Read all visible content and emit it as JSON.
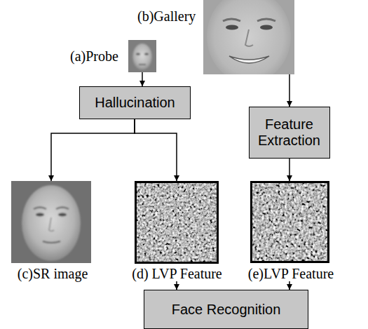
{
  "diagram": {
    "nodes": [
      {
        "text": [
          "(a)Probe"
        ]
      },
      {
        "text": [
          "(b)Gallery"
        ]
      },
      {
        "text": [
          "Hallucination"
        ]
      },
      {
        "text": [
          "Feature Extraction"
        ]
      },
      {
        "text": [
          "(c)SR image"
        ]
      },
      {
        "text": [
          "(d) LVP Feature"
        ]
      },
      {
        "text": [
          "(e)LVP Feature"
        ]
      },
      {
        "text": [
          "Face Recognition"
        ]
      }
    ],
    "edges": [
      {
        "from": 0,
        "to": 2,
        "arrow": "to"
      },
      {
        "from": 1,
        "to": 3,
        "arrow": "to"
      },
      {
        "from": 2,
        "to": 4,
        "arrow": "to"
      },
      {
        "from": 2,
        "to": 5,
        "arrow": "to"
      },
      {
        "from": 3,
        "to": 6,
        "arrow": "to"
      },
      {
        "from": 5,
        "to": 7,
        "arrow": "to"
      },
      {
        "from": 6,
        "to": 7,
        "arrow": "to"
      }
    ]
  }
}
